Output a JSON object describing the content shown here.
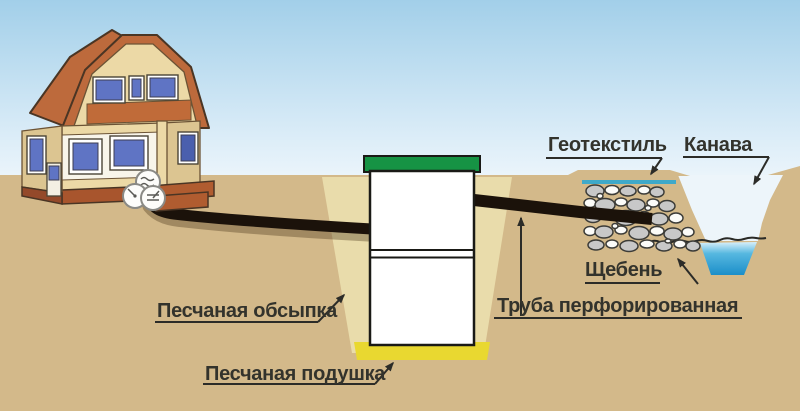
{
  "diagram": {
    "labels": {
      "geotextile": "Геотекстиль",
      "ditch": "Канава",
      "gravel": "Щебень",
      "perforated_pipe": "Труба перфорированная",
      "sand_backfill": "Песчаная обсыпка",
      "sand_cushion": "Песчаная подушка"
    },
    "icons": {
      "meters": [
        "water-meter-icon",
        "gauge-icon",
        "gauge-icon"
      ]
    },
    "colors": {
      "sky_top": "#a2cfe9",
      "sky_bottom": "#eef6fb",
      "ground": "#d3b98a",
      "pit_fill": "#e9dcab",
      "sand_cushion": "#e9d830",
      "tank_lid": "#169344",
      "tank_body": "#ffffff",
      "pipe": "#1b120a",
      "roof": "#bd6a3c",
      "roof_band": "#c06b39",
      "wall": "#ecd9a6",
      "wall_shade": "#dcc591",
      "window_glass": "#5f74c4",
      "foundation": "#a8552d",
      "steps": "#b05c30",
      "water_light": "#cdeaf6",
      "water_deep": "#1b8ec9",
      "geotextile_line": "#3fa9c9",
      "stone_gray": "#c8c8c8",
      "stone_white": "#fbfbf8",
      "ditch_sky": "#edf5fa",
      "label_text": "#33332c"
    }
  }
}
